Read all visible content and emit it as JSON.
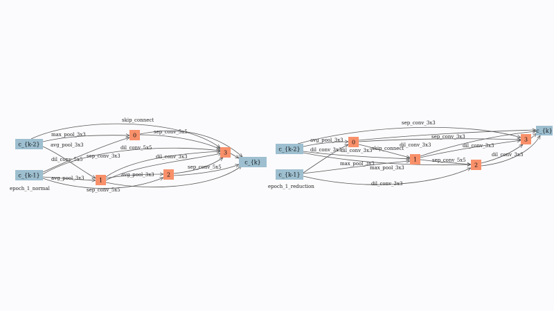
{
  "colors": {
    "input_node": "#9dbfd0",
    "op_node": "#f8906a",
    "edge": "#555555",
    "background": "#fbfbfd"
  },
  "cells": [
    {
      "caption": "epoch_1_normal",
      "nodes": [
        {
          "id": "k2",
          "label": "c_{k-2}",
          "kind": "input"
        },
        {
          "id": "k1",
          "label": "c_{k-1}",
          "kind": "input"
        },
        {
          "id": "n0",
          "label": "0",
          "kind": "op"
        },
        {
          "id": "n1",
          "label": "1",
          "kind": "op"
        },
        {
          "id": "n2",
          "label": "2",
          "kind": "op"
        },
        {
          "id": "n3",
          "label": "3",
          "kind": "op"
        },
        {
          "id": "out",
          "label": "c_{k}",
          "kind": "input"
        }
      ],
      "edges": [
        {
          "from": "k2",
          "to": "n0",
          "label": "max_pool_3x3"
        },
        {
          "from": "k1",
          "to": "n0",
          "label": "dil_conv_5x5"
        },
        {
          "from": "k2",
          "to": "n1",
          "label": "avg_pool_3x3"
        },
        {
          "from": "k1",
          "to": "n1",
          "label": "avg_pool_3x3"
        },
        {
          "from": "n1",
          "to": "n2",
          "label": "avg_pool_3x3"
        },
        {
          "from": "k1",
          "to": "n2",
          "label": "sep_conv_5x5"
        },
        {
          "from": "k2",
          "to": "n3",
          "label": "skip_connect"
        },
        {
          "from": "n0",
          "to": "n3",
          "label": "sep_conv_5x5"
        },
        {
          "from": "n1",
          "to": "n3",
          "label": "sep_conv_3x3"
        },
        {
          "from": "n2",
          "to": "n3",
          "label": "sep_conv_5x5"
        },
        {
          "from": "k1",
          "to": "n3",
          "label": "dil_conv_5x5"
        },
        {
          "from": "n1",
          "to": "n3",
          "label": "dil_conv_3x3"
        },
        {
          "from": "n0",
          "to": "out",
          "label": ""
        },
        {
          "from": "n1",
          "to": "out",
          "label": ""
        },
        {
          "from": "n2",
          "to": "out",
          "label": ""
        },
        {
          "from": "n3",
          "to": "out",
          "label": ""
        }
      ]
    },
    {
      "caption": "epoch_1_reduction",
      "nodes": [
        {
          "id": "k2",
          "label": "c_{k-2}",
          "kind": "input"
        },
        {
          "id": "k1",
          "label": "c_{k-1}",
          "kind": "input"
        },
        {
          "id": "n0",
          "label": "0",
          "kind": "op"
        },
        {
          "id": "n1",
          "label": "1",
          "kind": "op"
        },
        {
          "id": "n2",
          "label": "2",
          "kind": "op"
        },
        {
          "id": "n3",
          "label": "3",
          "kind": "op"
        },
        {
          "id": "out",
          "label": "c_{k}",
          "kind": "input"
        }
      ],
      "edges": [
        {
          "from": "k2",
          "to": "n0",
          "label": "avg_pool_3x3"
        },
        {
          "from": "k1",
          "to": "n0",
          "label": "dil_conv_3x3"
        },
        {
          "from": "k2",
          "to": "n1",
          "label": "dil_conv_3x3"
        },
        {
          "from": "n0",
          "to": "n1",
          "label": "skip_connect"
        },
        {
          "from": "k1",
          "to": "n1",
          "label": "max_pool_3x3"
        },
        {
          "from": "k2",
          "to": "n2",
          "label": "max_pool_3x3"
        },
        {
          "from": "k1",
          "to": "n2",
          "label": "dil_conv_3x3"
        },
        {
          "from": "n1",
          "to": "n2",
          "label": "sep_conv_5x5"
        },
        {
          "from": "k2",
          "to": "n3",
          "label": "sep_conv_3x3"
        },
        {
          "from": "n0",
          "to": "n3",
          "label": "dil_conv_3x3"
        },
        {
          "from": "n1",
          "to": "n3",
          "label": "dil_conv_3x3"
        },
        {
          "from": "n2",
          "to": "n3",
          "label": "dil_conv_3x3"
        },
        {
          "from": "n0",
          "to": "out",
          "label": "sep_conv_3x3"
        },
        {
          "from": "n1",
          "to": "out",
          "label": ""
        },
        {
          "from": "n2",
          "to": "out",
          "label": ""
        },
        {
          "from": "n3",
          "to": "out",
          "label": ""
        }
      ]
    }
  ]
}
